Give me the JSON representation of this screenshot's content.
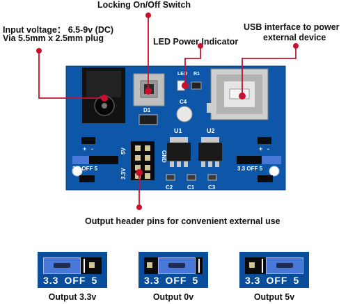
{
  "callouts": {
    "switch": "Locking On/Off Switch",
    "input_line1": "Input voltage： 6.5-9v (DC)",
    "input_line2": "Via 5.5mm x 2.5mm plug",
    "led": "LED Power Indicator",
    "usb_line1": "USB interface to power",
    "usb_line2": "external device",
    "header": "Output header pins for convenient external use"
  },
  "silkscreen": {
    "led": "LED",
    "r1": "R1",
    "d1": "D1",
    "c4": "C4",
    "u1": "U1",
    "u2": "U2",
    "c2": "C2",
    "c1": "C1",
    "c3": "C3",
    "v5": "5V",
    "v33": "3.3V",
    "gnd": "GND",
    "jumper_left": "3.3 OFF  5",
    "jumper_right": "3.3 OFF 5",
    "plus": "+",
    "minus": "-"
  },
  "jumpers": [
    {
      "selected": "3.3",
      "labels": [
        "3.3",
        "OFF",
        "5"
      ],
      "caption": "Output 3.3v"
    },
    {
      "selected": "OFF",
      "labels": [
        "3.3",
        "OFF",
        "5"
      ],
      "caption": "Output 0v"
    },
    {
      "selected": "5",
      "labels": [
        "3.3",
        "OFF",
        "5"
      ],
      "caption": "Output 5v"
    }
  ],
  "colors": {
    "pcb": "#0d56a8",
    "callout_line": "#c8102e",
    "jumper_cap": "#4a78d8"
  }
}
